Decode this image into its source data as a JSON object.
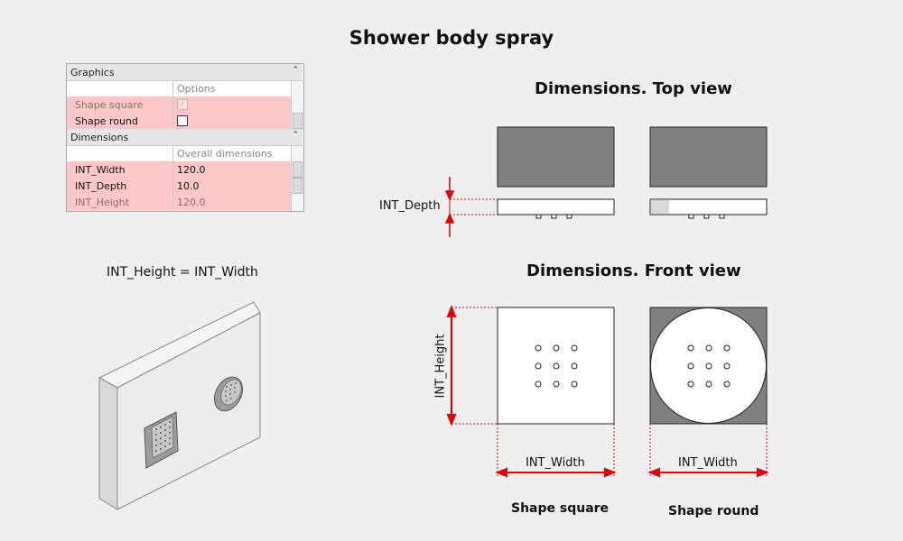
{
  "title": "Shower body spray",
  "panel": {
    "groups": [
      {
        "label": "Graphics",
        "column_header": "Options",
        "rows": [
          {
            "name": "Shape square",
            "value": "",
            "checked": true,
            "disabled": true
          },
          {
            "name": "Shape round",
            "value": "",
            "checked": false,
            "disabled": false
          }
        ]
      },
      {
        "label": "Dimensions",
        "column_header": "Overall dimensions",
        "rows": [
          {
            "name": "INT_Width",
            "value": "120.0"
          },
          {
            "name": "INT_Depth",
            "value": "10.0"
          },
          {
            "name": "INT_Height",
            "value": "120.0",
            "disabled": true
          }
        ]
      }
    ]
  },
  "left_note": "INT_Height = INT_Width",
  "top_view": {
    "heading": "Dimensions. Top view",
    "depth_label": "INT_Depth"
  },
  "front_view": {
    "heading": "Dimensions. Front view",
    "height_label": "INT_Height",
    "width_label": "INT_Width",
    "captions": [
      "Shape square",
      "Shape round"
    ]
  },
  "colors": {
    "background": "#efefef",
    "highlight": "#fcc7c7",
    "dimension": "#e00000",
    "solid": "#808080"
  }
}
